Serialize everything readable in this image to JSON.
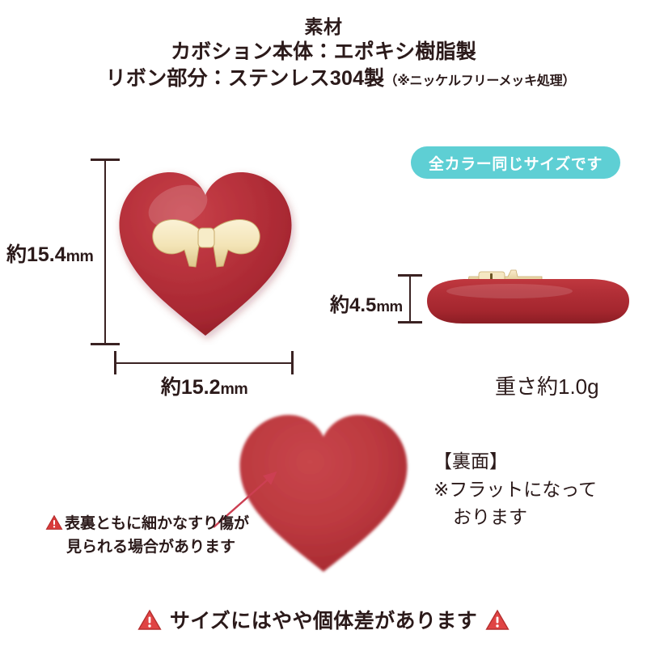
{
  "header": {
    "title": "素材",
    "line_body": "カボション本体：エポキシ樹脂製",
    "line_ribbon": "リボン部分：ステンレス304製",
    "line_ribbon_note": "（※ニッケルフリーメッキ処理）"
  },
  "badge": {
    "label": "全カラー同じサイズです",
    "bg_color": "#5ecfd4",
    "text_color": "#ffffff"
  },
  "dimensions": {
    "front_height": "約15.4mm",
    "front_height_value": "約15.4",
    "front_height_unit": "mm",
    "front_width": "約15.2mm",
    "front_width_value": "約15.2",
    "front_width_unit": "mm",
    "side_thickness": "約4.5mm",
    "side_thickness_value": "約4.5",
    "side_thickness_unit": "mm",
    "line_color": "#3a2222"
  },
  "weight": {
    "label": "重さ約1.0g"
  },
  "notes": {
    "scratch_line1": "表裏ともに細かなすり傷が",
    "scratch_line2": "見られる場合があります",
    "back_title": "【裏面】",
    "back_line1": "※フラットになって",
    "back_line2": "おります"
  },
  "footer": {
    "label": "サイズにはやや個体差があります"
  },
  "colors": {
    "heart_red": "#b5303a",
    "heart_red_dark": "#8e2028",
    "heart_back_red": "#bf3b40",
    "gold": "#f2e3b8",
    "gold_dark": "#d9c184",
    "warning_red": "#d93a3a",
    "arrow_red": "#cc3f52",
    "text": "#2b1a1a"
  }
}
